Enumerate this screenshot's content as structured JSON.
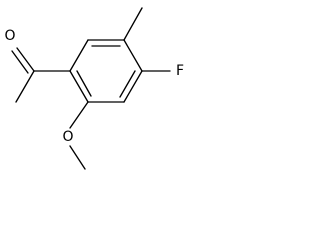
{
  "molecule": {
    "atoms": {
      "carbonyl_oxygen": "O",
      "fluorine": "F",
      "methoxy_oxygen": "O"
    }
  }
}
